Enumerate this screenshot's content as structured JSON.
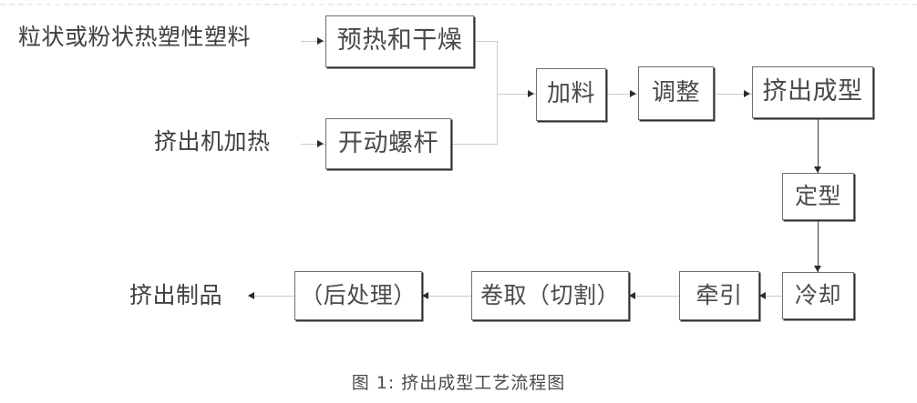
{
  "figure": {
    "caption": "图 1: 挤出成型工艺流程图",
    "colors": {
      "box_border": "#6f6f6f",
      "box_shadow": "#2d2d2d",
      "connector": "#c9c9c9",
      "connector_dark": "#3a3a3a",
      "arrow": "#2b2b2b",
      "text": "#4a4a4a",
      "background": "#ffffff",
      "top_rule": "#ececec"
    }
  },
  "inputs": [
    {
      "id": "input-material",
      "label": "粒状或粉状热塑性塑料"
    },
    {
      "id": "input-heating",
      "label": "挤出机加热"
    }
  ],
  "outputs": [
    {
      "id": "output-product",
      "label": "挤出制品"
    }
  ],
  "nodes": [
    {
      "id": "preheat-dry",
      "label": "预热和干燥"
    },
    {
      "id": "start-screw",
      "label": "开动螺杆"
    },
    {
      "id": "feeding",
      "label": "加料"
    },
    {
      "id": "adjusting",
      "label": "调整"
    },
    {
      "id": "extrusion",
      "label": "挤出成型"
    },
    {
      "id": "sizing",
      "label": "定型"
    },
    {
      "id": "cooling",
      "label": "冷却"
    },
    {
      "id": "hauling",
      "label": "牵引"
    },
    {
      "id": "winding-cut",
      "label": "卷取（切割）"
    },
    {
      "id": "post-process",
      "label": "（后处理）"
    }
  ],
  "edges": [
    {
      "from": "input-material",
      "to": "preheat-dry",
      "direction": "right"
    },
    {
      "from": "input-heating",
      "to": "start-screw",
      "direction": "right"
    },
    {
      "from": "preheat-dry",
      "to": "feeding",
      "direction": "right"
    },
    {
      "from": "start-screw",
      "to": "feeding",
      "direction": "right"
    },
    {
      "from": "feeding",
      "to": "adjusting",
      "direction": "right"
    },
    {
      "from": "adjusting",
      "to": "extrusion",
      "direction": "right"
    },
    {
      "from": "extrusion",
      "to": "sizing",
      "direction": "down"
    },
    {
      "from": "sizing",
      "to": "cooling",
      "direction": "down"
    },
    {
      "from": "cooling",
      "to": "hauling",
      "direction": "left"
    },
    {
      "from": "hauling",
      "to": "winding-cut",
      "direction": "left"
    },
    {
      "from": "winding-cut",
      "to": "post-process",
      "direction": "left"
    },
    {
      "from": "post-process",
      "to": "output-product",
      "direction": "left"
    }
  ]
}
